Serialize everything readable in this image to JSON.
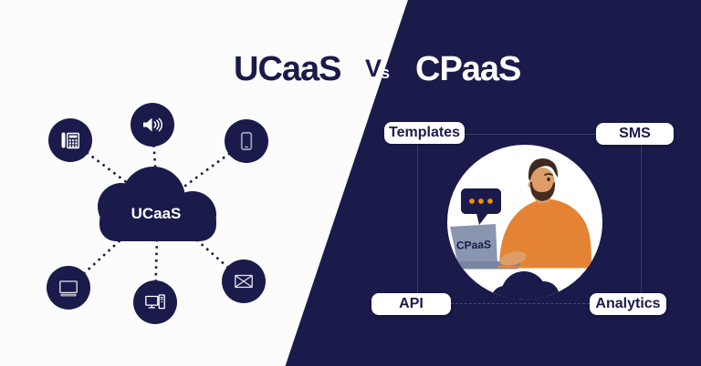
{
  "title": {
    "left": "UCaaS",
    "vs_v": "V",
    "vs_s": "s",
    "right": "CPaaS"
  },
  "left_panel": {
    "cloud_label": "UCaaS",
    "icons": [
      {
        "name": "desk-phone-icon"
      },
      {
        "name": "speaker-icon"
      },
      {
        "name": "smartphone-icon"
      },
      {
        "name": "monitor-icon"
      },
      {
        "name": "desktop-pc-icon"
      },
      {
        "name": "envelope-icon"
      }
    ]
  },
  "right_panel": {
    "labels": [
      {
        "text": "Templates"
      },
      {
        "text": "SMS"
      },
      {
        "text": "API"
      },
      {
        "text": "Analytics"
      }
    ],
    "laptop_label": "CPaaS"
  },
  "colors": {
    "navy": "#1a1a4b",
    "left_background": "#fcfcfc",
    "sweater_orange": "#e58335",
    "skin": "#dd9d68",
    "hair": "#3c2a21",
    "beard": "#472d1f",
    "laptop_lid": "#8a95b0",
    "laptop_base": "#7a85a1",
    "bubble_dot_orange": "#ef9010",
    "frame_line": "#3c3c66",
    "phone_icon_gray": "#9aa1b6"
  }
}
